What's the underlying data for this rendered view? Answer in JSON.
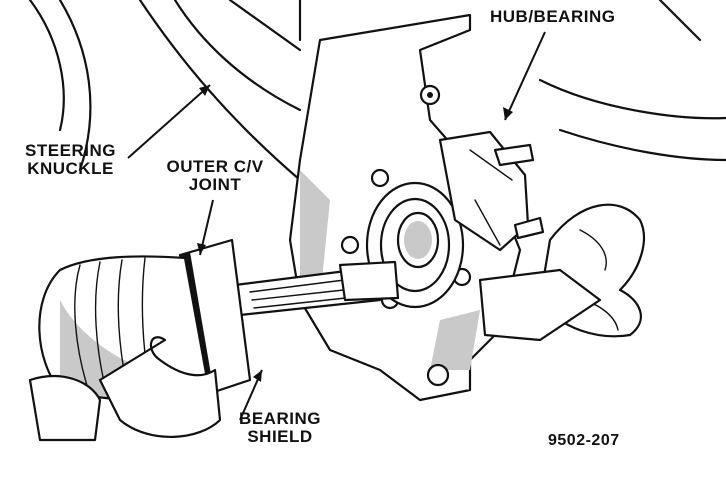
{
  "labels": {
    "hub_bearing": "HUB/BEARING",
    "steering_knuckle_1": "STEERING",
    "steering_knuckle_2": "KNUCKLE",
    "outer_cv_1": "OUTER C/V",
    "outer_cv_2": "JOINT",
    "bearing_shield_1": "BEARING",
    "bearing_shield_2": "SHIELD",
    "figure_number": "9502-207"
  }
}
